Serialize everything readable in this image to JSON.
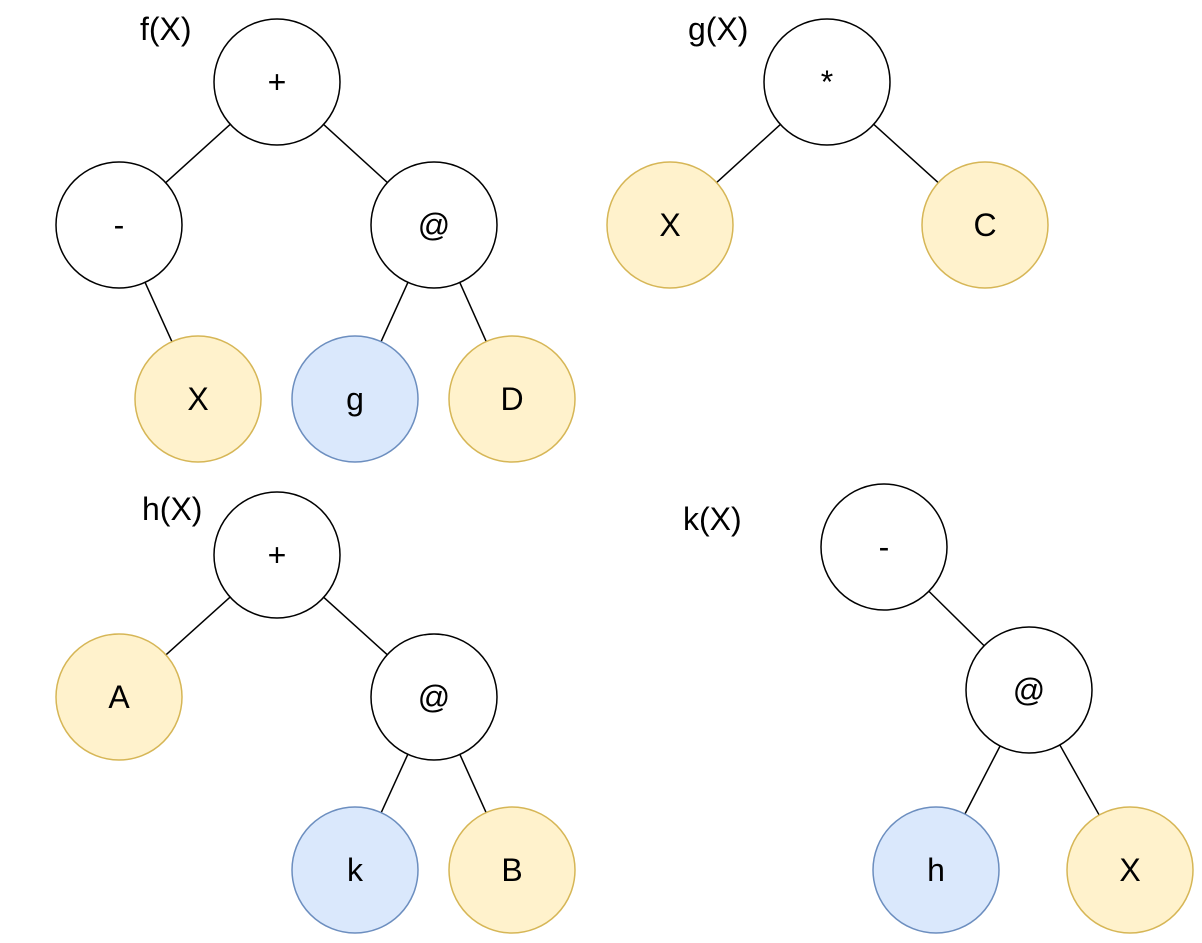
{
  "colors": {
    "operator_fill": "#ffffff",
    "operator_stroke": "#000000",
    "variable_fill": "#fff2cc",
    "variable_stroke": "#d6b656",
    "function_fill": "#dae8fc",
    "function_stroke": "#6c8ebf"
  },
  "trees": [
    {
      "title": "f(X)",
      "nodes": [
        {
          "id": "f-root",
          "label": "+",
          "kind": "operator"
        },
        {
          "id": "f-minus",
          "label": "-",
          "kind": "operator"
        },
        {
          "id": "f-at",
          "label": "@",
          "kind": "operator"
        },
        {
          "id": "f-x",
          "label": "X",
          "kind": "variable"
        },
        {
          "id": "f-g",
          "label": "g",
          "kind": "function"
        },
        {
          "id": "f-d",
          "label": "D",
          "kind": "variable"
        }
      ],
      "edges": [
        [
          "f-root",
          "f-minus"
        ],
        [
          "f-root",
          "f-at"
        ],
        [
          "f-minus",
          "f-x"
        ],
        [
          "f-at",
          "f-g"
        ],
        [
          "f-at",
          "f-d"
        ]
      ]
    },
    {
      "title": "g(X)",
      "nodes": [
        {
          "id": "g-root",
          "label": "*",
          "kind": "operator"
        },
        {
          "id": "g-x",
          "label": "X",
          "kind": "variable"
        },
        {
          "id": "g-c",
          "label": "C",
          "kind": "variable"
        }
      ],
      "edges": [
        [
          "g-root",
          "g-x"
        ],
        [
          "g-root",
          "g-c"
        ]
      ]
    },
    {
      "title": "h(X)",
      "nodes": [
        {
          "id": "h-root",
          "label": "+",
          "kind": "operator"
        },
        {
          "id": "h-a",
          "label": "A",
          "kind": "variable"
        },
        {
          "id": "h-at",
          "label": "@",
          "kind": "operator"
        },
        {
          "id": "h-k",
          "label": "k",
          "kind": "function"
        },
        {
          "id": "h-b",
          "label": "B",
          "kind": "variable"
        }
      ],
      "edges": [
        [
          "h-root",
          "h-a"
        ],
        [
          "h-root",
          "h-at"
        ],
        [
          "h-at",
          "h-k"
        ],
        [
          "h-at",
          "h-b"
        ]
      ]
    },
    {
      "title": "k(X)",
      "nodes": [
        {
          "id": "k-root",
          "label": "-",
          "kind": "operator"
        },
        {
          "id": "k-at",
          "label": "@",
          "kind": "operator"
        },
        {
          "id": "k-h",
          "label": "h",
          "kind": "function"
        },
        {
          "id": "k-x",
          "label": "X",
          "kind": "variable"
        }
      ],
      "edges": [
        [
          "k-root",
          "k-at"
        ],
        [
          "k-at",
          "k-h"
        ],
        [
          "k-at",
          "k-x"
        ]
      ]
    }
  ]
}
